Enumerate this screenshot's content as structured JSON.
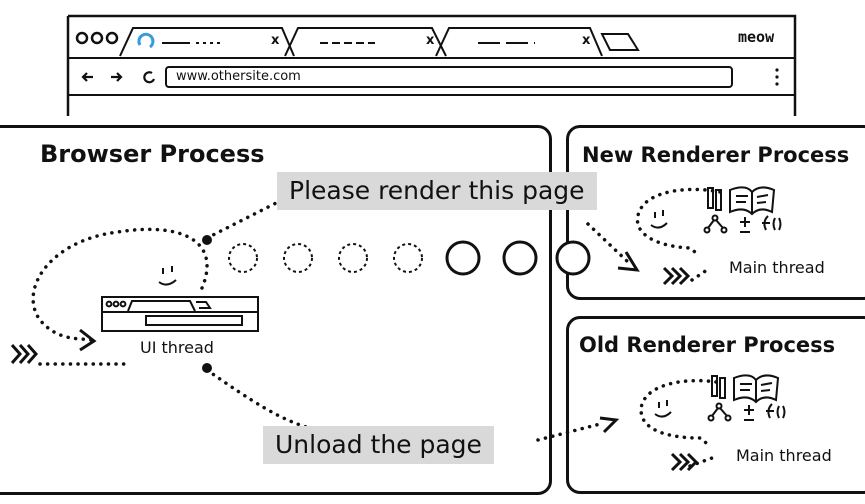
{
  "browser_window": {
    "brand": "meow",
    "address_bar": {
      "url": "www.othersite.com"
    },
    "tabs": [
      {
        "close_glyph": "x"
      },
      {
        "close_glyph": "x"
      },
      {
        "close_glyph": "x"
      }
    ]
  },
  "browser_process": {
    "title": "Browser Process",
    "thread_label": "UI thread"
  },
  "new_renderer_process": {
    "title": "New Renderer Process",
    "thread_label": "Main thread"
  },
  "old_renderer_process": {
    "title": "Old Renderer Process",
    "thread_label": "Main thread"
  },
  "messages": {
    "render": "Please render this page",
    "unload": "Unload the page"
  },
  "colors": {
    "ink": "#111111",
    "label_bg": "#d9d9d9",
    "loading_accent": "#3a9bdc"
  }
}
